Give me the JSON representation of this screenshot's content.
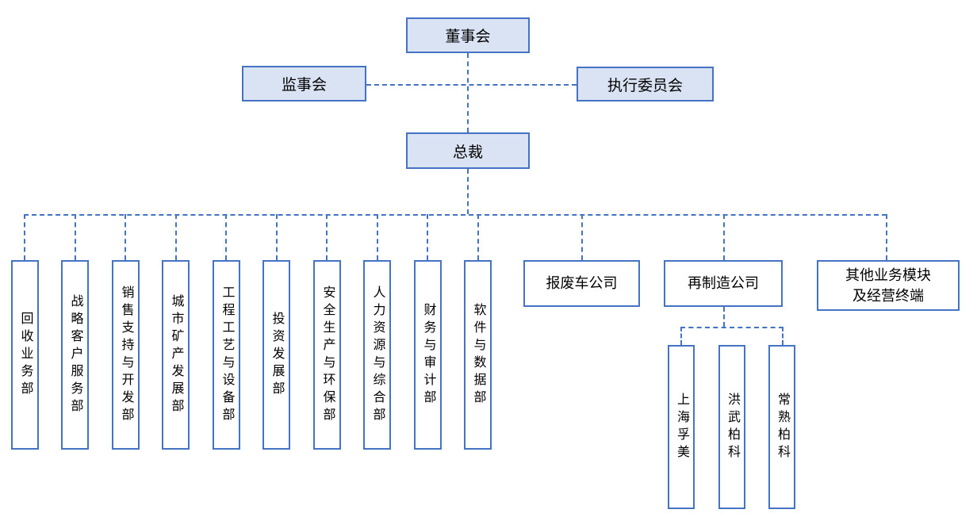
{
  "palette": {
    "accent": "#4472c4",
    "node-fill": "#dae3f3"
  },
  "org": {
    "board": {
      "label": "董事会"
    },
    "supervisory": {
      "label": "监事会"
    },
    "executive": {
      "label": "执行委员会"
    },
    "president": {
      "label": "总裁"
    },
    "departments": [
      "回收业务部",
      "战略客户服务部",
      "销售支持与开发部",
      "城市矿产发展部",
      "工程工艺与设备部",
      "投资发展部",
      "安全生产与环保部",
      "人力资源与综合部",
      "财务与审计部",
      "软件与数据部"
    ],
    "companies": [
      "报废车公司",
      "再制造公司",
      "其他业务模块\n及经营终端"
    ],
    "subsidiaries": [
      "上海孚美",
      "洪武柏科",
      "常熟柏科"
    ]
  }
}
